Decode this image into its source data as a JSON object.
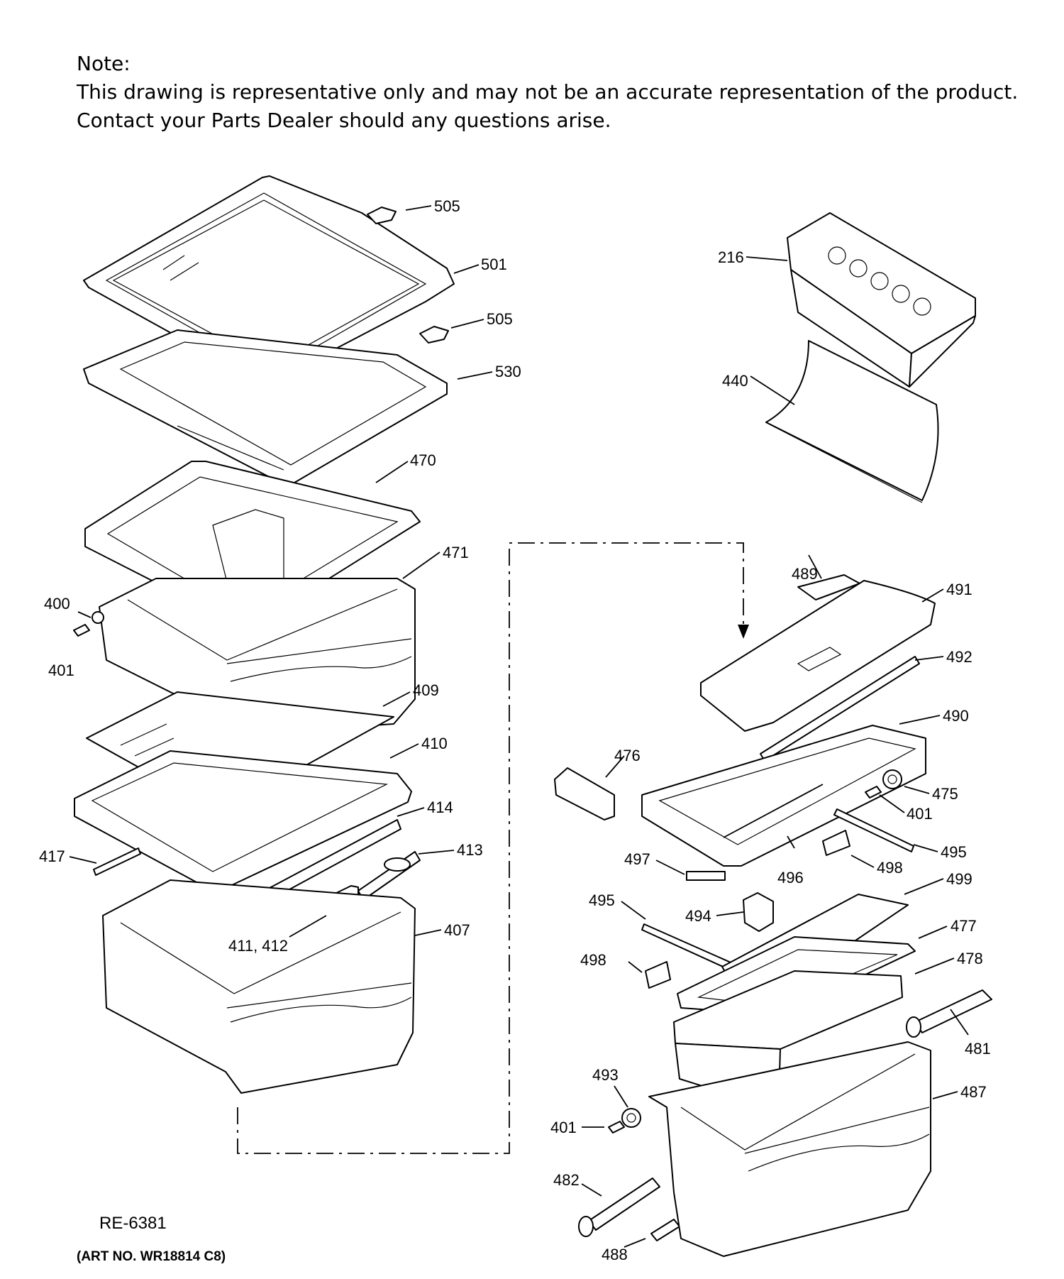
{
  "note": {
    "heading": "Note:",
    "line1": "This drawing is representative only and may not be an accurate representation of the product.",
    "line2": "Contact your Parts Dealer should any questions arise."
  },
  "footer": {
    "reference": "RE-6381",
    "art_number": "(ART NO. WR18814 C8)"
  },
  "callouts": [
    "505",
    "501",
    "505",
    "530",
    "470",
    "471",
    "400",
    "401",
    "409",
    "410",
    "414",
    "417",
    "413",
    "411, 412",
    "407",
    "216",
    "440",
    "489",
    "491",
    "492",
    "490",
    "476",
    "475",
    "401",
    "495",
    "497",
    "496",
    "498",
    "499",
    "495",
    "494",
    "477",
    "498",
    "478",
    "481",
    "493",
    "487",
    "401",
    "482",
    "488"
  ]
}
